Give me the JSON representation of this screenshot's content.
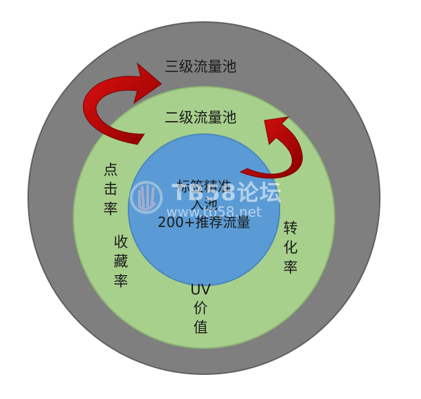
{
  "rings": {
    "outer": {
      "label": "三级流量池",
      "color": "#7f7f7f"
    },
    "middle": {
      "label": "二级流量池",
      "color": "#a8d08d"
    },
    "inner": {
      "label": "标签精准\n入池\n200+推荐流量",
      "color": "#5b9bd5"
    }
  },
  "metrics": {
    "click_rate": "点\n击\n率",
    "fav_rate": "收\n藏\n率",
    "conversion_rate": "转\n化\n率",
    "uv_value": "UV\n价\n值"
  },
  "arrows": {
    "color": "#c00000"
  },
  "watermark": {
    "brand": "TB58论坛",
    "url": "www.tb58.net"
  }
}
